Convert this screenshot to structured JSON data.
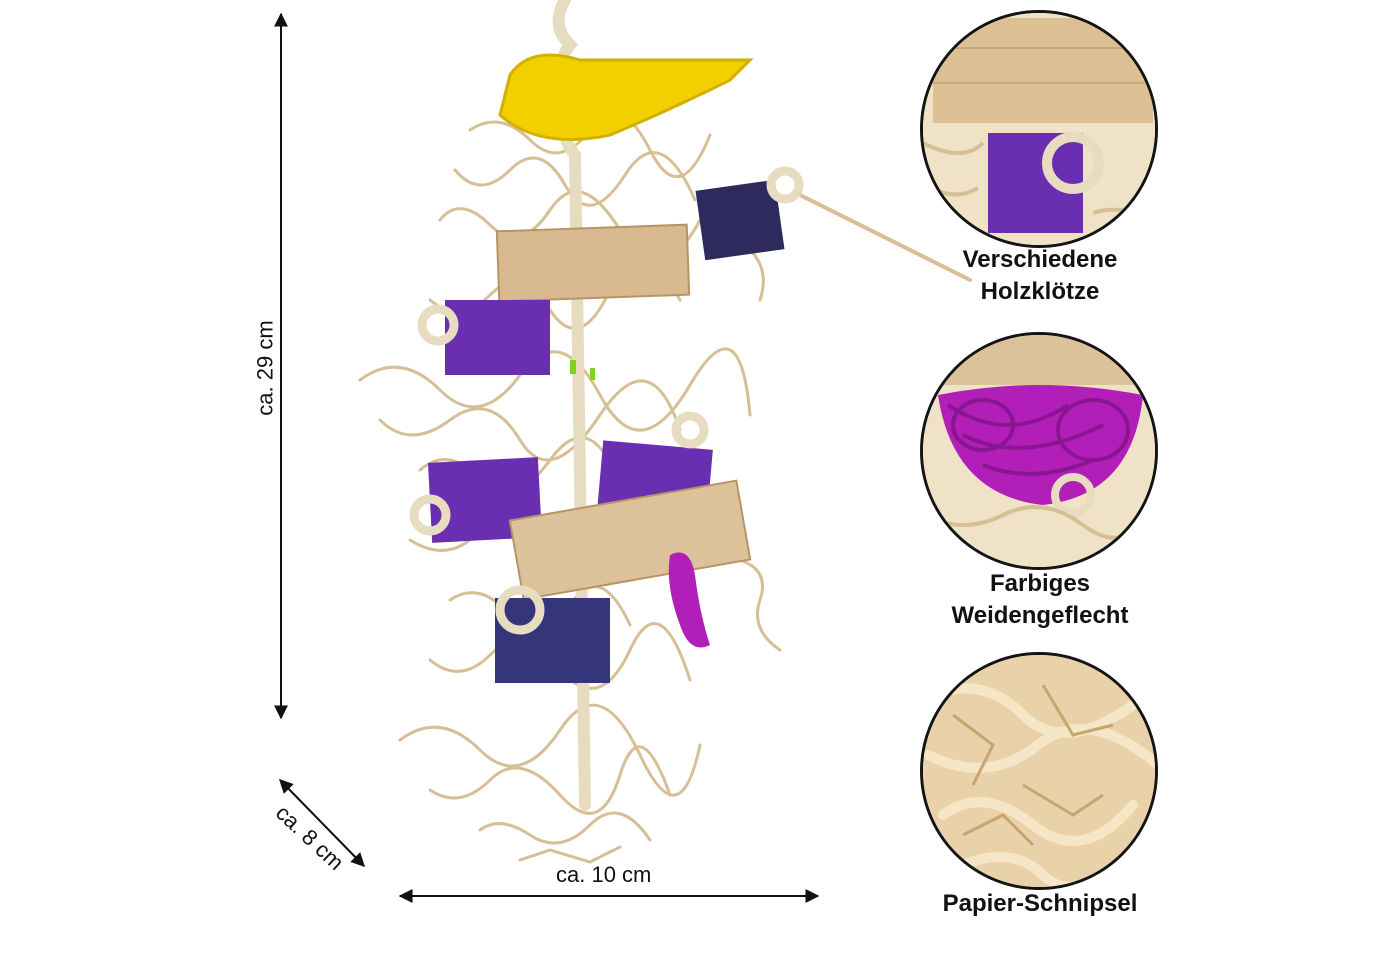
{
  "dimensions": {
    "height_label": "ca. 29 cm",
    "width_label": "ca. 10 cm",
    "depth_label": "ca. 8 cm"
  },
  "features": [
    {
      "label_line1": "Verschiedene",
      "label_line2": "Holzklötze",
      "icon": "wood-blocks-closeup"
    },
    {
      "label_line1": "Farbiges",
      "label_line2": "Weidengeflecht",
      "icon": "purple-wicker-closeup"
    },
    {
      "label_line1": "Papier-Schnipsel",
      "label_line2": "",
      "icon": "paper-shreds-closeup"
    }
  ],
  "colors": {
    "wood": "#d9b98f",
    "paper": "#d8c29a",
    "purple": "#6a2fb0",
    "dark_blue": "#2e2a5e",
    "yellow_wicker": "#f2d000",
    "magenta_wicker": "#b21fb8",
    "rope": "#e8dcc0"
  }
}
